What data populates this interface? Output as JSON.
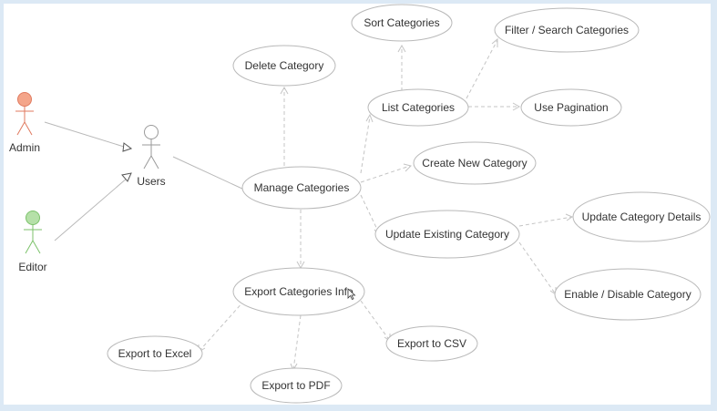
{
  "actors": {
    "admin": {
      "label": "Admin",
      "color": "#f4a58a",
      "stroke": "#e07a5f"
    },
    "editor": {
      "label": "Editor",
      "color": "#b5e0a8",
      "stroke": "#7cc26b"
    },
    "users": {
      "label": "Users",
      "color": "#ffffff",
      "stroke": "#9a9a9a"
    }
  },
  "use_cases": {
    "sort": "Sort Categories",
    "filter": "Filter / Search Categories",
    "delete": "Delete Category",
    "list": "List Categories",
    "pagination": "Use Pagination",
    "create": "Create New Category",
    "manage": "Manage Categories",
    "update": "Update Existing Category",
    "update_details": "Update Category Details",
    "enable_disable": "Enable / Disable Category",
    "export_info": "Export Categories Info",
    "export_excel": "Export to Excel",
    "export_csv": "Export to CSV",
    "export_pdf": "Export to PDF"
  }
}
